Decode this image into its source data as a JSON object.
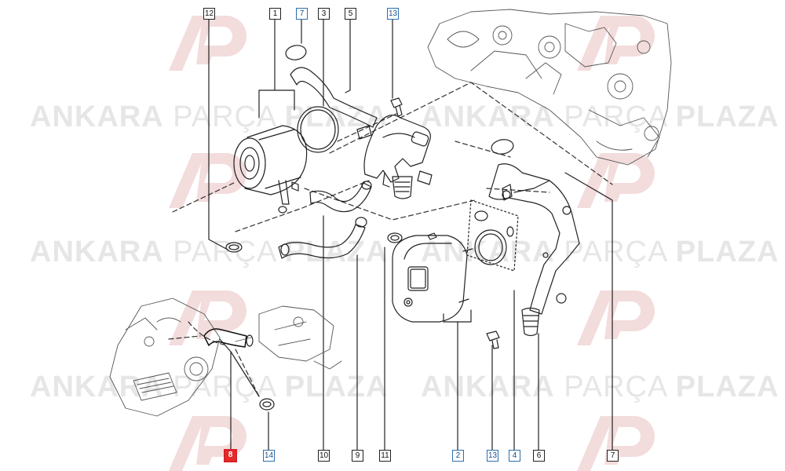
{
  "watermark": {
    "logo": "AP",
    "brand_bold_1": "ANKARA",
    "brand_light": "PARÇA",
    "brand_bold_2": "PLAZA",
    "logo_color": "#f3dcdc",
    "text_color": "#e4e4e4"
  },
  "callouts": {
    "c12": "12",
    "c1": "1",
    "c7_top": "7",
    "c3": "3",
    "c5": "5",
    "c13_top": "13",
    "c8": "8",
    "c14": "14",
    "c10": "10",
    "c9": "9",
    "c11": "11",
    "c2": "2",
    "c13_bottom": "13",
    "c4": "4",
    "c6": "6",
    "c7_bottom": "7"
  },
  "colors": {
    "line": "#222222",
    "callout_blue": "#2a6fb0",
    "selected": "#e32b2b"
  }
}
